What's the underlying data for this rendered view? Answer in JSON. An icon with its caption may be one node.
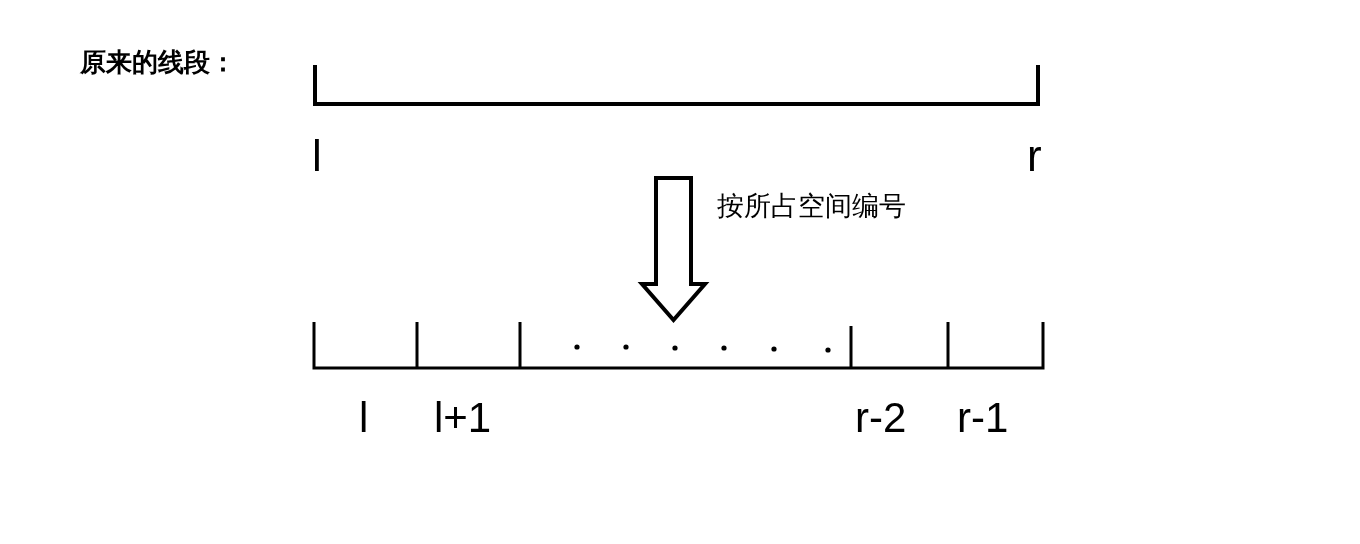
{
  "diagram": {
    "nodes": [
      {
        "text": [
          "原来的线段：",
          "l",
          "r"
        ]
      },
      {
        "text": [
          "l",
          "l+1",
          "r-2",
          "r-1"
        ]
      }
    ],
    "edges": [
      {
        "from": 0,
        "to": 1,
        "arrow": "to",
        "label": "按所占空间编号"
      }
    ]
  }
}
